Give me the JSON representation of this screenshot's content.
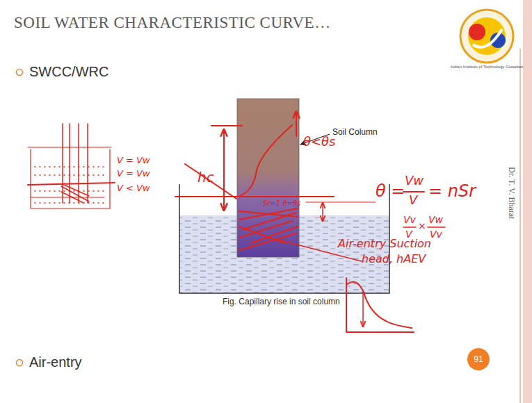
{
  "diagram": {
    "title": "SOIL WATER CHARACTERISTIC CURVE…",
    "caption": "Fig. Capillary rise in soil column",
    "nodes": [
      {
        "text": [
          "91"
        ]
      }
    ],
    "labels": [
      "SWCC/WRC",
      "Air-entry",
      "Soil Column",
      "Dr. T. V. Bharat",
      "V = Vw",
      "V = Vw",
      "V < Vw",
      "hc",
      "θ<θs",
      "Sr=1 θ=θs",
      "θ =",
      "Vw",
      "V",
      "= nSr",
      "Vv",
      "V",
      "×",
      "Vw",
      "Vv",
      "Air-entry Suction",
      "head, hAEV",
      "Indian Institute of Technology Guwahati"
    ]
  }
}
